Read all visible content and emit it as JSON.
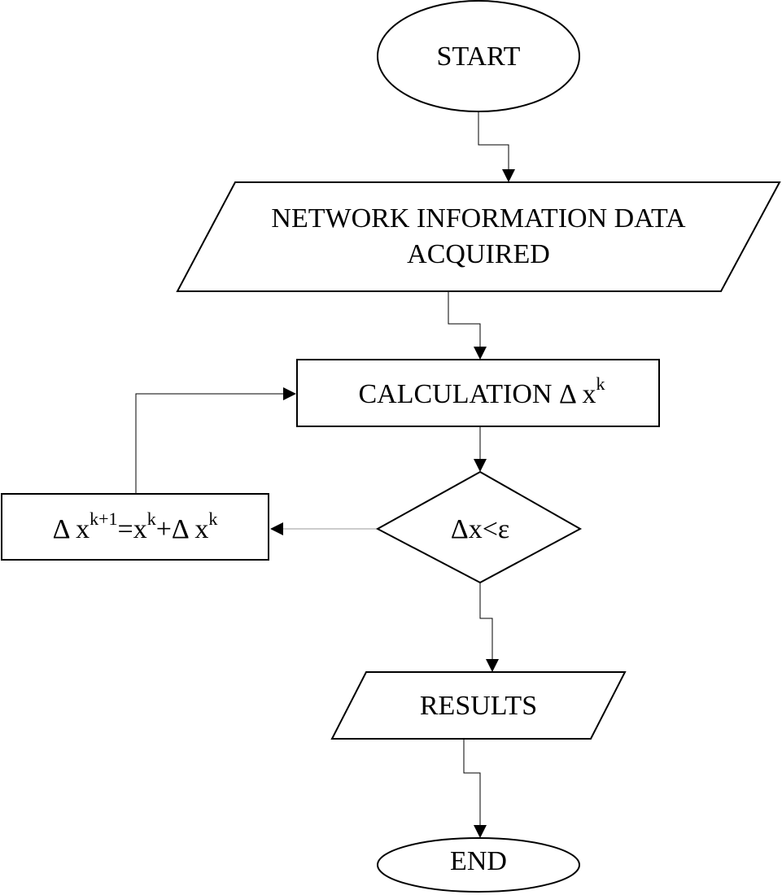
{
  "flowchart": {
    "start": {
      "label": "START"
    },
    "input": {
      "line1": "NETWORK INFORMATION DATA",
      "line2": "ACQUIRED"
    },
    "calculation": {
      "text": "CALCULATION Δ x",
      "sup": "k"
    },
    "decision": {
      "label": "Δx<ε"
    },
    "update": {
      "part1": "Δ x",
      "sup1": "k+1",
      "part2": "=x",
      "sup2": "k",
      "part3": "+Δ x",
      "sup3": "k"
    },
    "output": {
      "label": "RESULTS"
    },
    "end": {
      "label": "END"
    }
  }
}
